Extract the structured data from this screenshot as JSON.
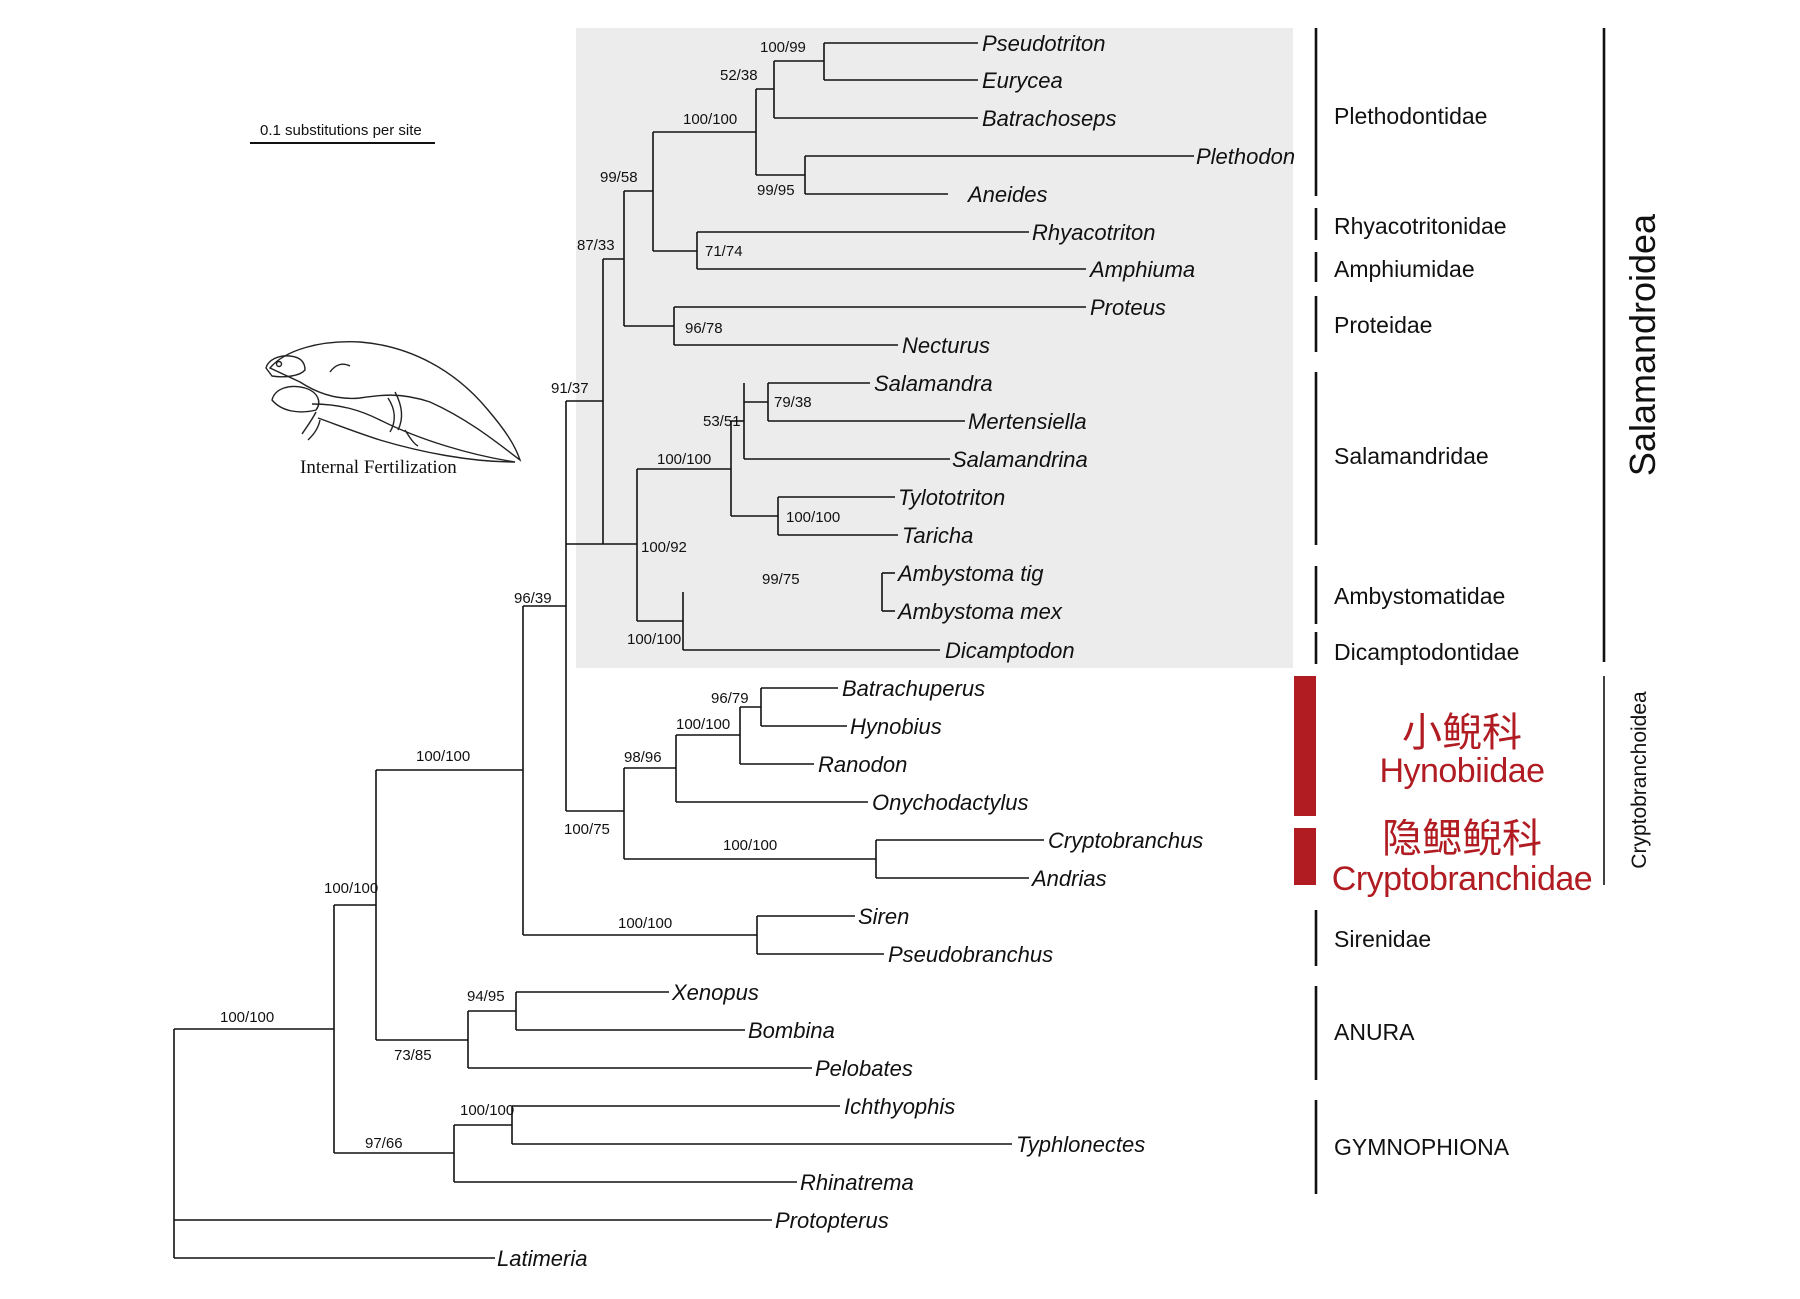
{
  "scale_bar": {
    "label": "0.1 substitutions per site"
  },
  "illustration": {
    "caption": "Internal Fertilization"
  },
  "taxa": [
    "Pseudotriton",
    "Eurycea",
    "Batrachoseps",
    "Plethodon",
    "Aneides",
    "Rhyacotriton",
    "Amphiuma",
    "Proteus",
    "Necturus",
    "Salamandra",
    "Mertensiella",
    "Salamandrina",
    "Tylototriton",
    "Taricha",
    "Ambystoma tig",
    "Ambystoma mex",
    "Dicamptodon",
    "Batrachuperus",
    "Hynobius",
    "Ranodon",
    "Onychodactylus",
    "Cryptobranchus",
    "Andrias",
    "Siren",
    "Pseudobranchus",
    "Xenopus",
    "Bombina",
    "Pelobates",
    "Ichthyophis",
    "Typhlonectes",
    "Rhinatrema",
    "Protopterus",
    "Latimeria"
  ],
  "supports": [
    "100/99",
    "52/38",
    "100/100",
    "99/95",
    "99/58",
    "71/74",
    "87/33",
    "96/78",
    "91/37",
    "79/38",
    "53/51",
    "100/100",
    "100/100",
    "99/75",
    "100/100",
    "100/92",
    "96/39",
    "96/79",
    "100/100",
    "98/96",
    "100/100",
    "100/75",
    "100/100",
    "100/100",
    "94/95",
    "73/85",
    "100/100",
    "97/66",
    "100/100",
    "100/100"
  ],
  "families": [
    "Plethodontidae",
    "Rhyacotritonidae",
    "Amphiumidae",
    "Proteidae",
    "Salamandridae",
    "Ambystomatidae",
    "Dicamptodontidae",
    "Sirenidae",
    "ANURA",
    "GYMNOPHIONA"
  ],
  "highlighted_families": [
    {
      "cn": "小鲵科",
      "en": "Hynobiidae",
      "color": "#b01c22"
    },
    {
      "cn": "隐鳃鲵科",
      "en": "Cryptobranchidae",
      "color": "#b01c22"
    }
  ],
  "suborders": {
    "salamandroidea": "Salamandroidea",
    "cryptobranchoidea": "Cryptobranchoidea"
  },
  "colors": {
    "highlight_box": "#ececec",
    "accent_red": "#b01c22",
    "line": "#111111"
  }
}
